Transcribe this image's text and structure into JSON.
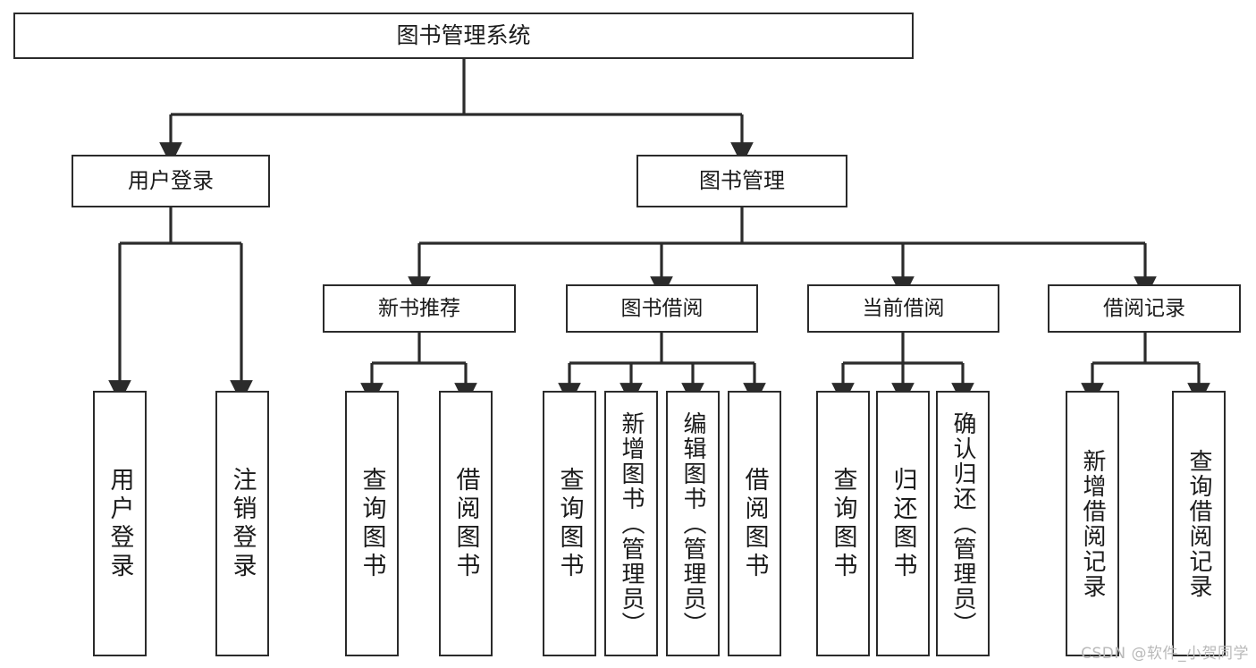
{
  "diagram": {
    "title": "图书管理系统",
    "type": "tree-hierarchy",
    "watermark": "CSDN @软件_小贺同学",
    "colors": {
      "background": "#ffffff",
      "box_border": "#2b2b2b",
      "box_fill": "#ffffff",
      "text": "#1b1b1b",
      "connector": "#2b2b2b",
      "watermark": "#b9b9b9"
    },
    "root": {
      "label": "图书管理系统"
    },
    "level1": [
      {
        "id": "user-login",
        "label": "用户登录"
      },
      {
        "id": "book-manage",
        "label": "图书管理"
      }
    ],
    "level2": [
      {
        "id": "new-book-rec",
        "label": "新书推荐",
        "parent": "book-manage"
      },
      {
        "id": "book-borrow",
        "label": "图书借阅",
        "parent": "book-manage"
      },
      {
        "id": "current-borrow",
        "label": "当前借阅",
        "parent": "book-manage"
      },
      {
        "id": "borrow-record",
        "label": "借阅记录",
        "parent": "book-manage"
      }
    ],
    "leaves": [
      {
        "id": "leaf-user-login",
        "label": "用户登录",
        "parent": "user-login"
      },
      {
        "id": "leaf-logout",
        "label": "注销登录",
        "parent": "user-login"
      },
      {
        "id": "leaf-query-book-1",
        "label": "查询图书",
        "parent": "new-book-rec"
      },
      {
        "id": "leaf-borrow-book-1",
        "label": "借阅图书",
        "parent": "new-book-rec"
      },
      {
        "id": "leaf-query-book-2",
        "label": "查询图书",
        "parent": "book-borrow"
      },
      {
        "id": "leaf-add-book",
        "label": "新增图书（管理员）",
        "parent": "book-borrow"
      },
      {
        "id": "leaf-edit-book",
        "label": "编辑图书（管理员）",
        "parent": "book-borrow"
      },
      {
        "id": "leaf-borrow-book-2",
        "label": "借阅图书",
        "parent": "book-borrow"
      },
      {
        "id": "leaf-query-book-3",
        "label": "查询图书",
        "parent": "current-borrow"
      },
      {
        "id": "leaf-return-book",
        "label": "归还图书",
        "parent": "current-borrow"
      },
      {
        "id": "leaf-confirm-return",
        "label": "确认归还（管理员）",
        "parent": "current-borrow"
      },
      {
        "id": "leaf-add-record",
        "label": "新增借阅记录",
        "parent": "borrow-record"
      },
      {
        "id": "leaf-query-record",
        "label": "查询借阅记录",
        "parent": "borrow-record"
      }
    ]
  }
}
